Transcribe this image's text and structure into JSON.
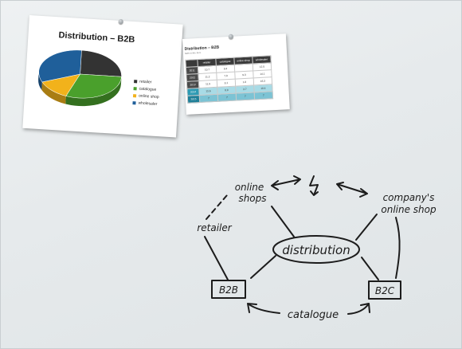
{
  "slide_pie": {
    "title": "Distribution – B2B",
    "legend": [
      {
        "label": "retailer",
        "color": "#333333"
      },
      {
        "label": "catalogue",
        "color": "#4aa02c"
      },
      {
        "label": "online shop",
        "color": "#f2b21b"
      },
      {
        "label": "wholesaler",
        "color": "#1f5f9a"
      }
    ],
    "pie_shares": [
      0.25,
      0.3,
      0.13,
      0.32
    ]
  },
  "slide_table": {
    "title": "Distribution – B2B",
    "subtitle": "Sales in Mio. Euro",
    "headers": [
      "",
      "retailer",
      "catalogue",
      "online shop",
      "wholesaler"
    ],
    "rows": [
      [
        "2011",
        "10.7",
        "8.4",
        "",
        "12.5"
      ],
      [
        "2012",
        "11.2",
        "7.9",
        "9.3",
        "14.1"
      ],
      [
        "2013",
        "11.9",
        "8.1",
        "1.8",
        "16.3"
      ],
      [
        "2014",
        "13.6",
        "8.0",
        "2.7",
        "18.4"
      ],
      [
        "2015",
        "7",
        "7",
        "7",
        "7"
      ]
    ]
  },
  "sketch": {
    "center": "distribution",
    "online_shops_line1": "online",
    "online_shops_line2": "shops",
    "company_line1": "company's",
    "company_line2": "online shop",
    "retailer": "retailer",
    "b2b": "B2B",
    "b2c": "B2C",
    "catalogue": "catalogue"
  }
}
